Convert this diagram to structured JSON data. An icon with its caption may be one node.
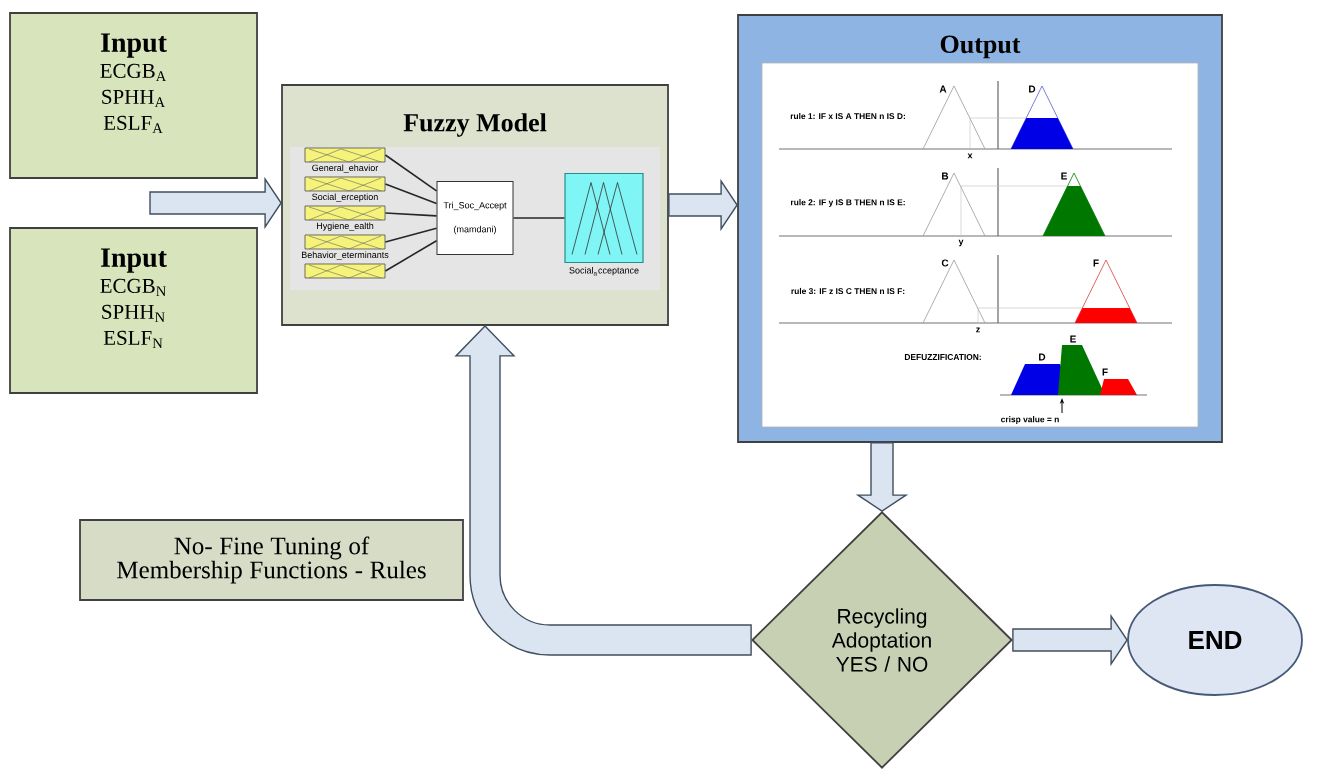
{
  "diagram": {
    "nodes": [
      {
        "text": [
          "Input",
          "ECGB$_{A}$",
          "SPHH$_{A}$",
          "ESLF$_{A}$"
        ]
      },
      {
        "text": [
          "Input",
          "ECGB$_{N}$",
          "SPHH$_{N}$",
          "ESLF$_{N}$"
        ]
      },
      {
        "text": [
          "Fuzzy Model"
        ]
      },
      {
        "text": [
          "General_ehavior"
        ],
        "in": 2
      },
      {
        "text": [
          "Social_erception"
        ],
        "in": 2
      },
      {
        "text": [
          "Hygiene_ealth"
        ],
        "in": 2
      },
      {
        "text": [
          "Behavior_eterminants"
        ],
        "in": 2
      },
      {
        "text": [],
        "shape": "box",
        "in": 2
      },
      {
        "text": [
          "Tri_Soc_Accept",
          "(mamdani)"
        ],
        "in": 2
      },
      {
        "text": [
          "Social$_{a}$cceptance"
        ],
        "in": 2
      },
      {
        "text": [
          "Output"
        ]
      },
      {
        "text": [
          "No- Fine Tuning of Membership Functions - Rules"
        ]
      },
      {
        "text": [
          "Recycling Adoptation YES / NO"
        ]
      },
      {
        "text": [
          "END"
        ]
      }
    ],
    "edges": [
      {
        "from": null,
        "to": 2,
        "arrow": "to",
        "style": "thick"
      },
      {
        "from": 3,
        "to": 8,
        "arrow": "none"
      },
      {
        "from": 4,
        "to": 8,
        "arrow": "none"
      },
      {
        "from": 5,
        "to": 8,
        "arrow": "none"
      },
      {
        "from": 6,
        "to": 8,
        "arrow": "none"
      },
      {
        "from": 7,
        "to": 8,
        "arrow": "none"
      },
      {
        "from": 8,
        "to": 9,
        "arrow": "none"
      },
      {
        "from": 2,
        "to": 10,
        "arrow": "to",
        "style": "thick"
      },
      {
        "from": 10,
        "to": 12,
        "arrow": "to",
        "style": "thick"
      },
      {
        "from": 12,
        "to": 13,
        "arrow": "to",
        "style": "thick"
      },
      {
        "from": 12,
        "to": 2,
        "arrow": "to",
        "style": "thick"
      }
    ],
    "labels": [
      "A",
      "D",
      "rule 1: IF x IS A THEN n IS D:",
      "x",
      "B",
      "E",
      "rule 2: IF y IS B THEN n IS E:",
      "y",
      "C",
      "F",
      "rule 3: IF z IS C THEN n IS F:",
      "z",
      "E",
      "DEFUZZIFICATION:",
      "D",
      "F",
      "crisp value = n"
    ]
  }
}
